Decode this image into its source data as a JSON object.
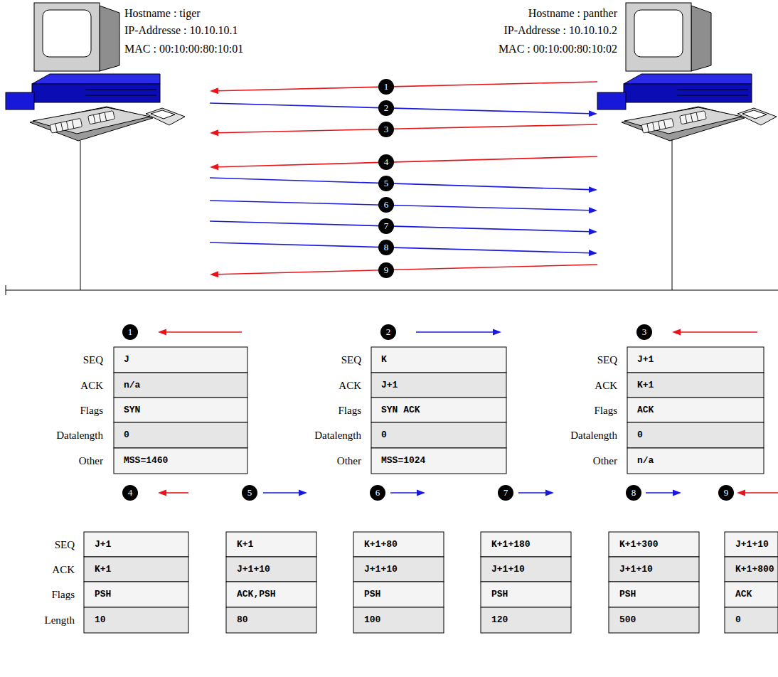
{
  "diagram": {
    "nodes": [
      {
        "text": [
          "Hostname : tiger",
          "IP-Addresse : 10.10.10.1",
          "MAC : 00:10:00:80:10:01"
        ]
      },
      {
        "text": [
          "Hostname : panther",
          "IP-Addresse : 10.10.10.2",
          "MAC : 00:10:00:80:10:02"
        ]
      }
    ],
    "edges": [
      {
        "from": 1,
        "to": 0,
        "arrow": "to",
        "label": "1"
      },
      {
        "from": 0,
        "to": 1,
        "arrow": "to",
        "label": "2"
      },
      {
        "from": 1,
        "to": 0,
        "arrow": "to",
        "label": "3"
      },
      {
        "from": 1,
        "to": 0,
        "arrow": "to",
        "label": "4"
      },
      {
        "from": 0,
        "to": 1,
        "arrow": "to",
        "label": "5"
      },
      {
        "from": 0,
        "to": 1,
        "arrow": "to",
        "label": "6"
      },
      {
        "from": 0,
        "to": 1,
        "arrow": "to",
        "label": "7"
      },
      {
        "from": 0,
        "to": 1,
        "arrow": "to",
        "label": "8"
      },
      {
        "from": 1,
        "to": 0,
        "arrow": "to",
        "label": "9"
      }
    ],
    "labels": [
      "1",
      "SEQ",
      "J",
      "ACK",
      "n/a",
      "Flags",
      "SYN",
      "Datalength",
      "0",
      "Other",
      "MSS=1460",
      "2",
      "SEQ",
      "K",
      "ACK",
      "J+1",
      "Flags",
      "SYN ACK",
      "Datalength",
      "0",
      "Other",
      "MSS=1024",
      "3",
      "SEQ",
      "J+1",
      "ACK",
      "K+1",
      "Flags",
      "ACK",
      "Datalength",
      "0",
      "Other",
      "n/a",
      "SEQ",
      "ACK",
      "Flags",
      "Length",
      "4",
      "J+1",
      "K+1",
      "PSH",
      "10",
      "5",
      "K+1",
      "J+1+10",
      "ACK,PSH",
      "80",
      "6",
      "K+1+80",
      "J+1+10",
      "PSH",
      "100",
      "7",
      "K+1+180",
      "J+1+10",
      "PSH",
      "120",
      "8",
      "K+1+300",
      "J+1+10",
      "PSH",
      "500",
      "9",
      "J+1+10",
      "K+1+800",
      "ACK",
      "0"
    ]
  }
}
